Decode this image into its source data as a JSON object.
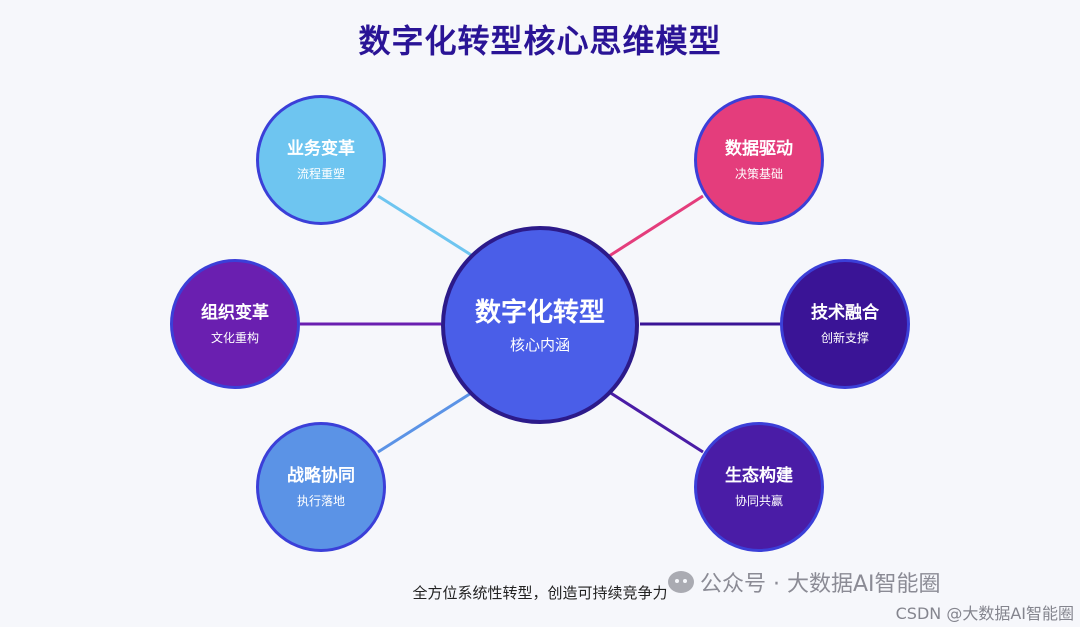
{
  "title": "数字化转型核心思维模型",
  "center": {
    "main": "数字化转型",
    "sub": "核心内涵",
    "color": "#4a5ee8",
    "border": "#2c1a8a"
  },
  "nodes": [
    {
      "id": "business",
      "main": "业务变革",
      "sub": "流程重塑",
      "color": "#6ec5f0",
      "link": "#6ec5f0"
    },
    {
      "id": "data",
      "main": "数据驱动",
      "sub": "决策基础",
      "color": "#e43d7c",
      "link": "#e43d7c"
    },
    {
      "id": "org",
      "main": "组织变革",
      "sub": "文化重构",
      "color": "#6a1fb0",
      "link": "#6a1fb0"
    },
    {
      "id": "tech",
      "main": "技术融合",
      "sub": "创新支撑",
      "color": "#3a1496",
      "link": "#3a1496"
    },
    {
      "id": "strategy",
      "main": "战略协同",
      "sub": "执行落地",
      "color": "#5b93e6",
      "link": "#5b93e6"
    },
    {
      "id": "eco",
      "main": "生态构建",
      "sub": "协同共赢",
      "color": "#4a1ca6",
      "link": "#4a1ca6"
    }
  ],
  "footer": "全方位系统性转型，创造可持续竞争力",
  "watermark": "公众号 · 大数据AI智能圈",
  "credit": "CSDN @大数据AI智能圈"
}
